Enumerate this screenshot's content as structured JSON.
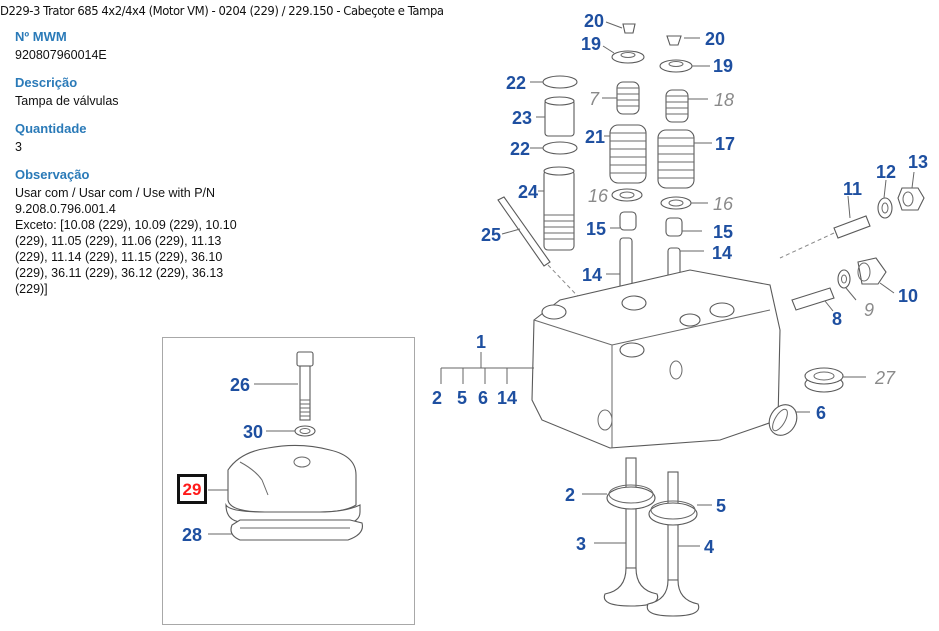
{
  "header": {
    "breadcrumb": "D229-3 Trator 685 4x2/4x4 (Motor VM) - 0204 (229)  /  229.150 - Cabeçote e Tampa de Válvul"
  },
  "details": {
    "mwm_label": "Nº MWM",
    "mwm_value": "920807960014E",
    "description_label": "Descrição",
    "description_value": "Tampa de válvulas",
    "quantity_label": "Quantidade",
    "quantity_value": "3",
    "observation_label": "Observação",
    "observation_value": "Usar com / Usar com / Use with P/N\n9.208.0.796.001.4\nExceto: [10.08 (229), 10.09 (229), 10.10\n(229), 11.05 (229), 11.06 (229), 11.13\n(229), 11.14 (229), 11.15 (229), 36.10\n(229), 36.11 (229), 36.12 (229), 36.13\n(229)]"
  },
  "inset": {
    "selected_part": "29",
    "callouts": [
      "26",
      "30",
      "28"
    ]
  },
  "diagram": {
    "callouts": {
      "c20a": "20",
      "c20b": "20",
      "c19a": "19",
      "c19b": "19",
      "c22a": "22",
      "c22b": "22",
      "c23": "23",
      "c7": "7",
      "c18": "18",
      "c21": "21",
      "c17": "17",
      "c24": "24",
      "c16a": "16",
      "c16b": "16",
      "c15a": "15",
      "c15b": "15",
      "c25": "25",
      "c14a": "14",
      "c14b": "14",
      "c11": "11",
      "c12": "12",
      "c13": "13",
      "c8": "8",
      "c9": "9",
      "c10": "10",
      "c1": "1",
      "c2a": "2",
      "c5a": "5",
      "c6a": "6",
      "c14c": "14",
      "c27": "27",
      "c6b": "6",
      "c2b": "2",
      "c5b": "5",
      "c3": "3",
      "c4": "4"
    }
  },
  "colors": {
    "label_blue": "#2a7ab8",
    "callout_blue": "#1e4fa0",
    "selected_red": "#ff1a1a"
  }
}
